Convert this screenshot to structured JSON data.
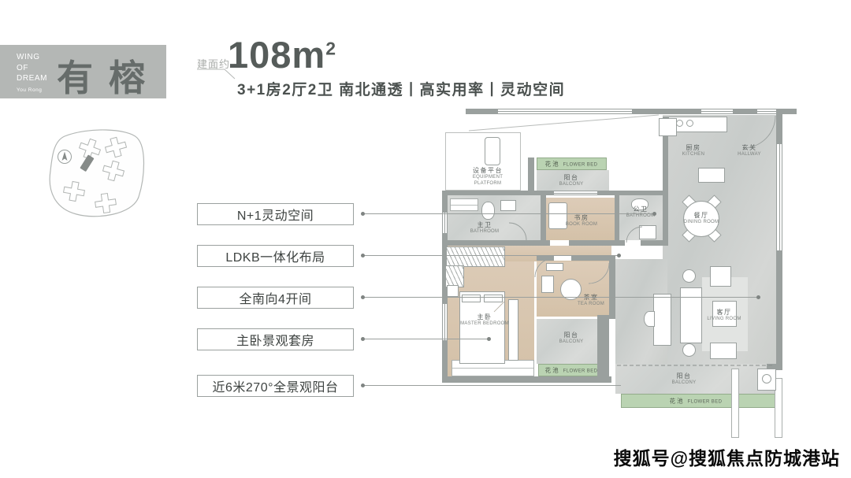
{
  "brand": {
    "wing": "WING\nOF\nDREAM",
    "pinyin": "You Rong",
    "title": "有榕"
  },
  "header": {
    "area_prefix": "建面约",
    "area_value": "108m",
    "area_sup": "2",
    "subtitle": "3+1房2厅2卫  南北通透丨高实用率丨灵动空间"
  },
  "features": [
    {
      "label": "N+1灵动空间"
    },
    {
      "label": "LDKB一体化布局"
    },
    {
      "label": "全南向4开间"
    },
    {
      "label": "主卧景观套房"
    },
    {
      "label": "近6米270°全景观阳台"
    }
  ],
  "floorplan": {
    "rooms": {
      "equipment_platform": {
        "zh": "设备平台",
        "en": "EQUIPMENT PLATFORM"
      },
      "flower_bed": {
        "zh": "花池",
        "en": "FLOWER BED"
      },
      "balcony": {
        "zh": "阳台",
        "en": "BALCONY"
      },
      "master_bathroom": {
        "zh": "主卫",
        "en": "BATHROOM"
      },
      "book_room": {
        "zh": "书房",
        "en": "BOOK ROOM"
      },
      "guest_bathroom": {
        "zh": "公卫",
        "en": "BATHROOM"
      },
      "kitchen": {
        "zh": "厨房",
        "en": "KITCHEN"
      },
      "hallway": {
        "zh": "玄关",
        "en": "HALLWAY"
      },
      "dining_room": {
        "zh": "餐厅",
        "en": "DINING ROOM"
      },
      "master_bedroom": {
        "zh": "主卧",
        "en": "MASTER BEDROOM"
      },
      "tea_room": {
        "zh": "茶室",
        "en": "TEA ROOM"
      },
      "living_room": {
        "zh": "客厅",
        "en": "LIVING ROOM"
      }
    }
  },
  "watermark": "搜狐号@搜狐焦点防城港站",
  "colors": {
    "brand_bg": "#b4b7b5",
    "brand_text": "#666c6a",
    "headline_text": "#4b514f",
    "feature_border": "#9ba19f",
    "wall_gray": "#9aa09e",
    "flower_bed_green": "#bad3b2",
    "wood_floor": "#d8c7b1",
    "marble_floor": "#d3d5d3",
    "leader_line": "#9a9f9d"
  }
}
